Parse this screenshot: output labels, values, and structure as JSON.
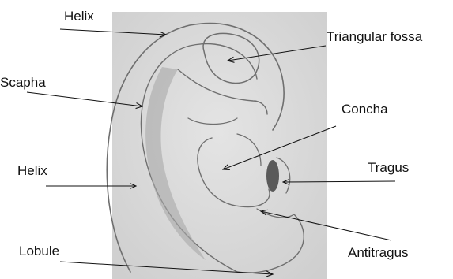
{
  "labels": {
    "helix_top": "Helix",
    "triangular_fossa": "Triangular fossa",
    "scapha": "Scapha",
    "concha": "Concha",
    "helix_left": "Helix",
    "tragus": "Tragus",
    "lobule": "Lobule",
    "antitragus": "Antitragus"
  },
  "colors": {
    "paper": "#dcdcdc",
    "pencil": "#6f6f6f",
    "shading": "#9a9a9a",
    "tragus": "#5a5a5a",
    "text": "#111111"
  }
}
